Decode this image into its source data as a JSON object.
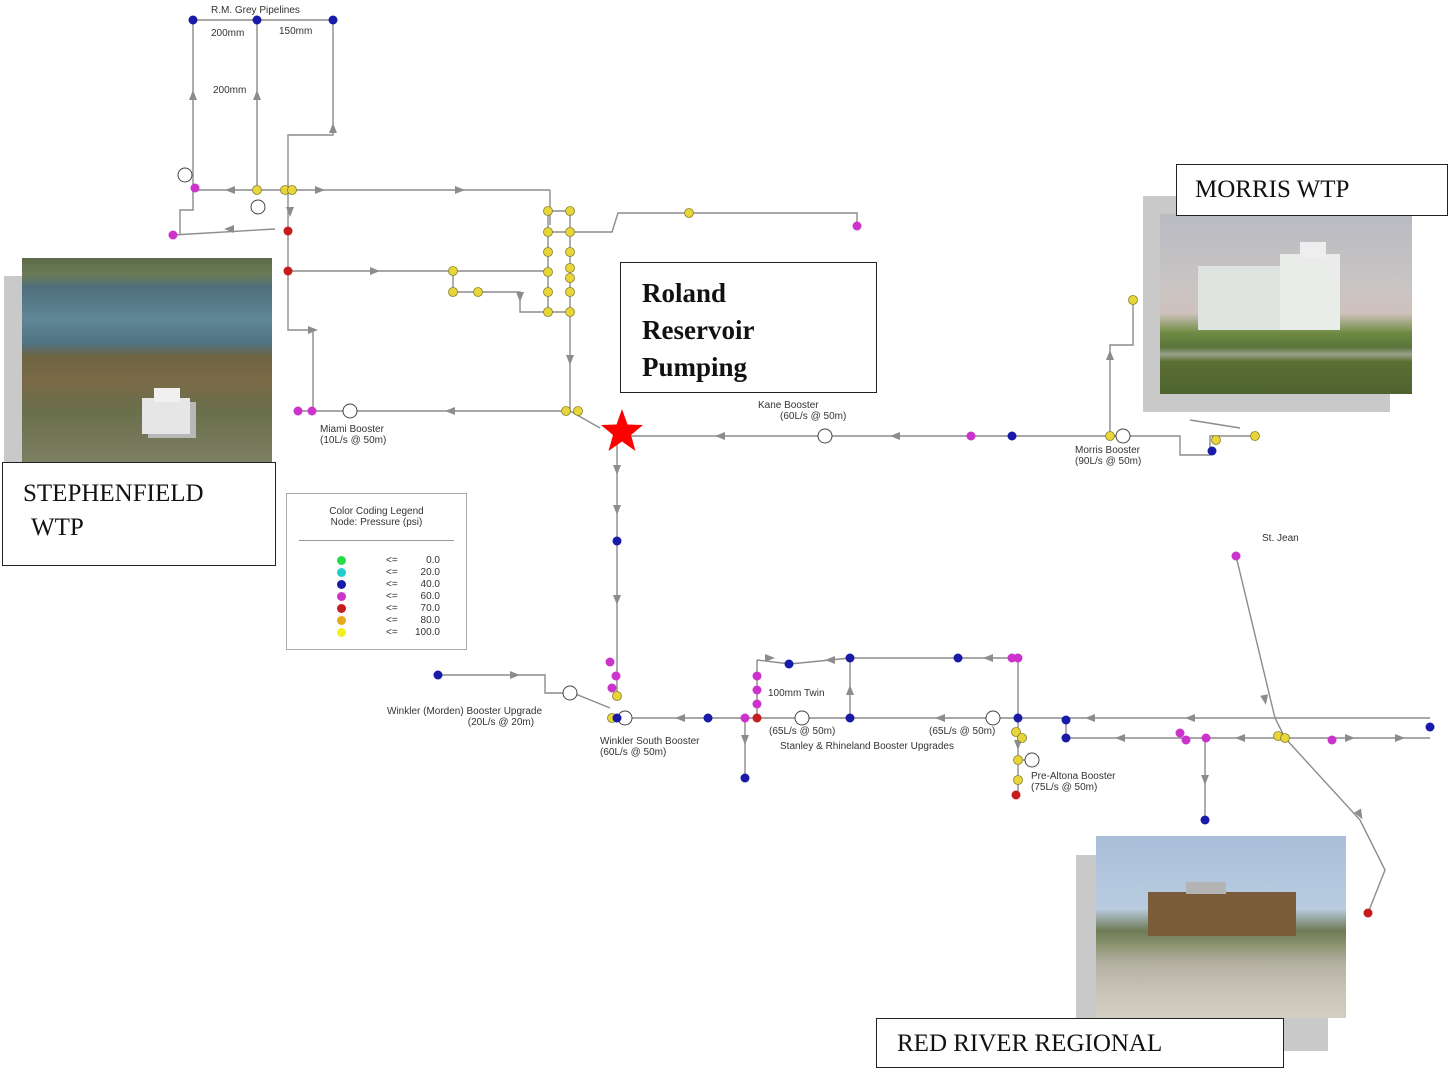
{
  "titles": {
    "roland": [
      "Roland",
      "Reservoir",
      "Pumping"
    ],
    "morris": "MORRIS WTP",
    "stephenfield": [
      "STEPHENFIELD",
      "WTP"
    ],
    "red_river": "RED RIVER REGIONAL"
  },
  "labels": {
    "rm_grey": "R.M. Grey Pipelines",
    "pipe_200a": "200mm",
    "pipe_150": "150mm",
    "pipe_200b": "200mm",
    "miami_booster": [
      "Miami Booster",
      "(10L/s @ 50m)"
    ],
    "kane_booster": [
      "Kane Booster",
      "(60L/s @ 50m)"
    ],
    "morris_booster": [
      "Morris Booster",
      "(90L/s @ 50m)"
    ],
    "st_jean": "St. Jean",
    "winkler_morden": [
      "Winkler (Morden) Booster Upgrade",
      "(20L/s @ 20m)"
    ],
    "winkler_south": [
      "Winkler South Booster",
      "(60L/s @ 50m)"
    ],
    "twin_100": "100mm Twin",
    "flow_65a": "(65L/s @ 50m)",
    "flow_65b": "(65L/s @ 50m)",
    "stanley": "Stanley & Rhineland Booster Upgrades",
    "pre_altona": [
      "Pre-Altona Booster",
      "(75L/s @ 50m)"
    ]
  },
  "legend": {
    "title": [
      "Color Coding Legend",
      "Node: Pressure (psi)"
    ],
    "items": [
      {
        "color": "#22dd44",
        "cmp": "<=",
        "value": "0.0"
      },
      {
        "color": "#22cccc",
        "cmp": "<=",
        "value": "20.0"
      },
      {
        "color": "#1a1aa8",
        "cmp": "<=",
        "value": "40.0"
      },
      {
        "color": "#cc33cc",
        "cmp": "<=",
        "value": "60.0"
      },
      {
        "color": "#c41e1e",
        "cmp": "<=",
        "value": "70.0"
      },
      {
        "color": "#e8a81c",
        "cmp": "<=",
        "value": "80.0"
      },
      {
        "color": "#f2ee22",
        "cmp": "<=",
        "value": "100.0"
      }
    ]
  },
  "colors": {
    "pipe": "#8c8c8c",
    "blue": "#1a1aa8",
    "magenta": "#cc33cc",
    "red": "#c41e1e",
    "yellow": "#e6d63a",
    "star": "#ff0000"
  }
}
